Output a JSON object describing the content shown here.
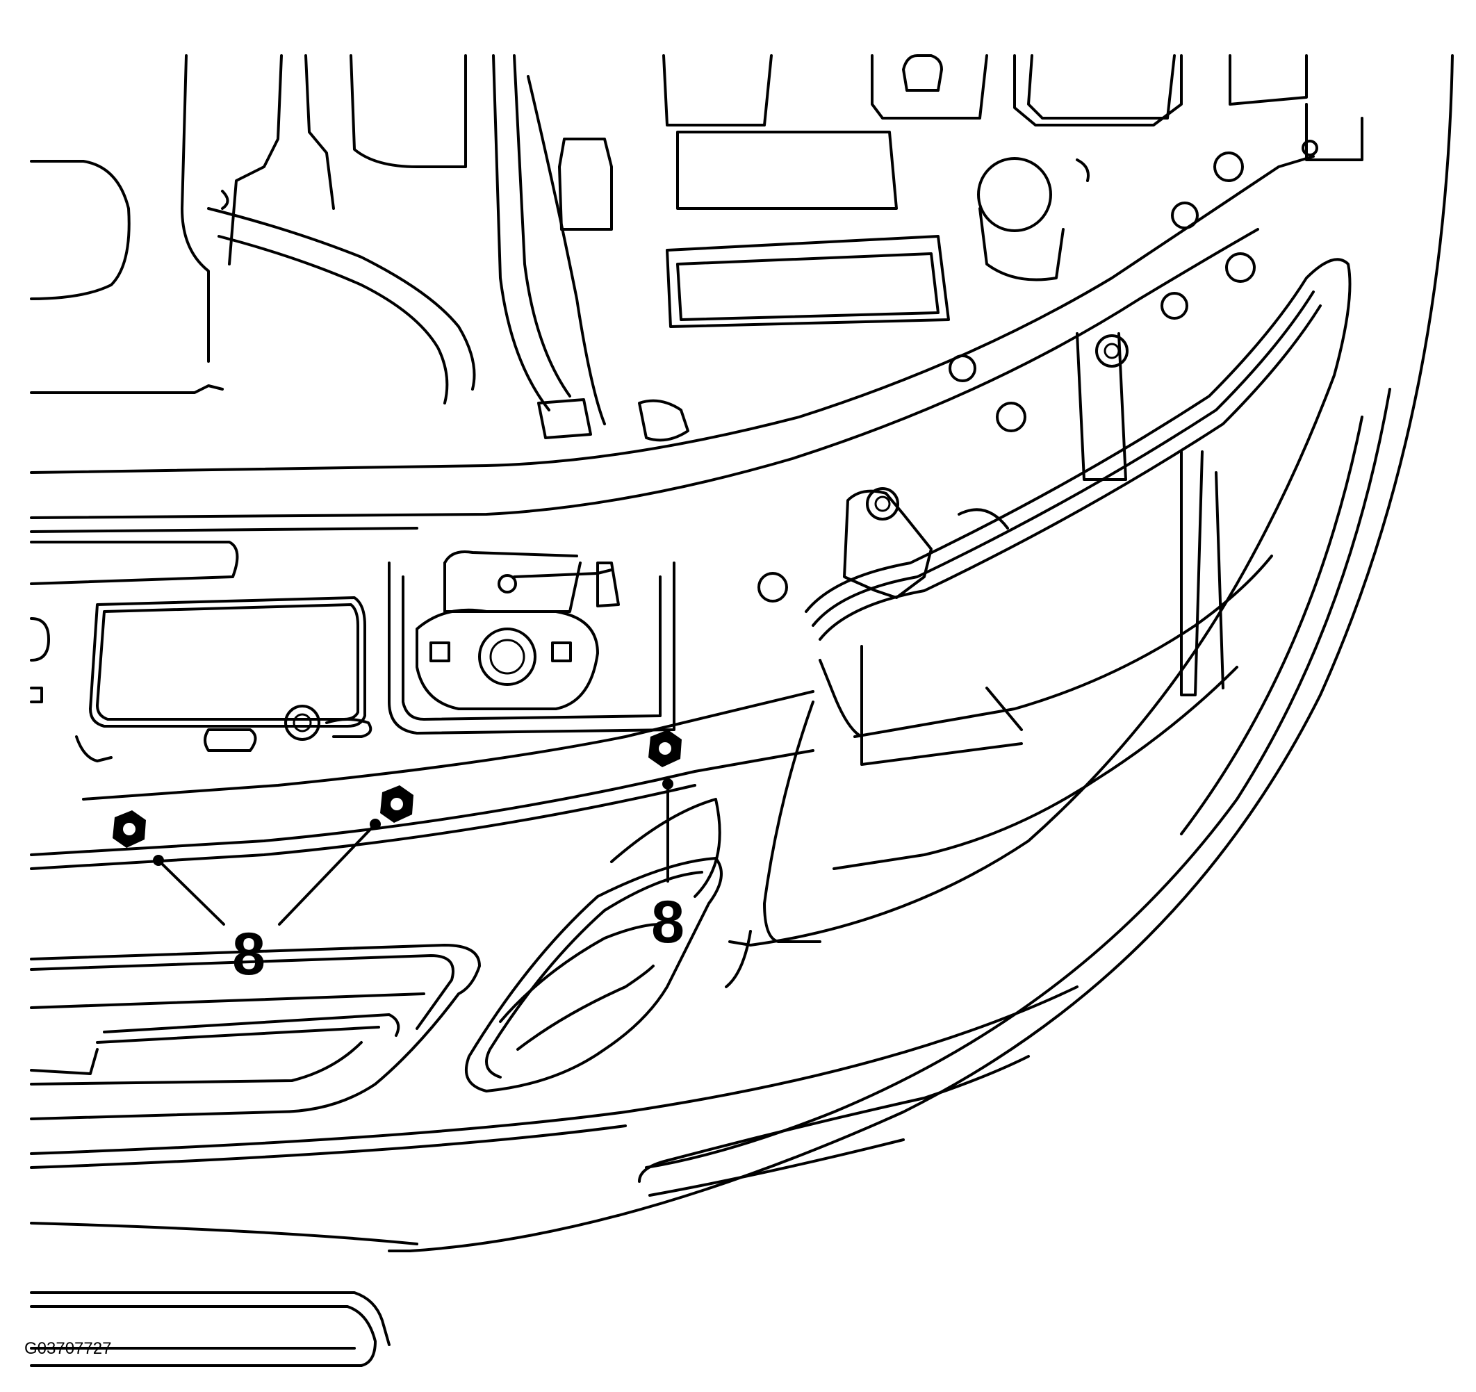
{
  "figure": {
    "figure_id": "G03707727",
    "callouts": [
      {
        "id": "callout-left",
        "label": "8",
        "points_to": "nuts"
      },
      {
        "id": "callout-right",
        "label": "8",
        "points_to": "nut"
      }
    ]
  },
  "colors": {
    "line": "#000000",
    "background": "#ffffff"
  }
}
